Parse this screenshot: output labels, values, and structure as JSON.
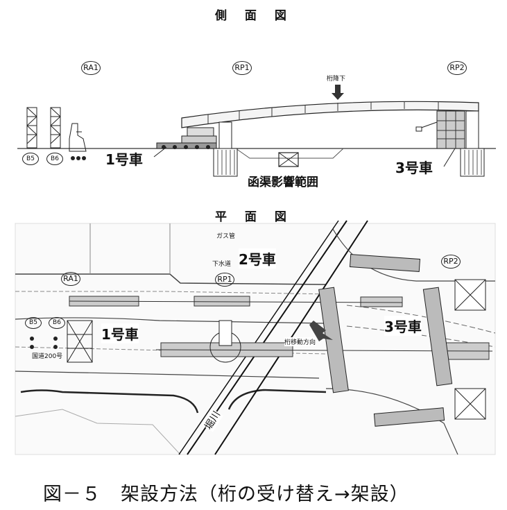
{
  "side_view": {
    "title": "側 面 図",
    "labels": {
      "ra1": "RA1",
      "rp1": "RP1",
      "rp2": "RP2",
      "b5": "B5",
      "b6": "B6"
    },
    "girder_lowering": "桁降下",
    "vehicle_1": "1号車",
    "vehicle_3": "3号車",
    "culvert_range": "函渠影響範囲"
  },
  "plan_view": {
    "title": "平 面 図",
    "labels": {
      "ra1": "RA1",
      "rp1": "RP1",
      "rp2": "RP2",
      "b5": "B5",
      "b6": "B6",
      "gas_pipe": "ガス管",
      "sewer": "下水道",
      "vehicle_1": "1号車",
      "vehicle_2": "2号車",
      "vehicle_3": "3号車",
      "girder_move_direction": "桁移動方向",
      "route_200": "国道200号",
      "river": "堀川"
    }
  },
  "caption": "図－５　架設方法（桁の受け替え→架設）"
}
